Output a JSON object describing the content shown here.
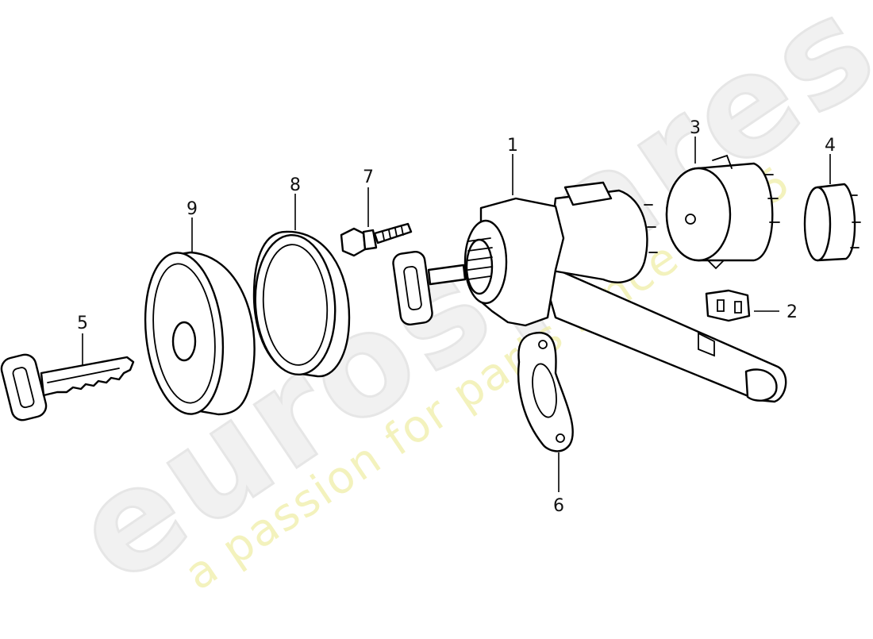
{
  "watermark": {
    "brand": "eurospares",
    "tagline": "a passion for parts since 1985",
    "brand_color": "#f1f1f1",
    "tagline_color": "#f0eea8"
  },
  "callouts": [
    {
      "id": "1",
      "label": "1"
    },
    {
      "id": "2",
      "label": "2"
    },
    {
      "id": "3",
      "label": "3"
    },
    {
      "id": "4",
      "label": "4"
    },
    {
      "id": "5",
      "label": "5"
    },
    {
      "id": "6",
      "label": "6"
    },
    {
      "id": "7",
      "label": "7"
    },
    {
      "id": "8",
      "label": "8"
    },
    {
      "id": "9",
      "label": "9"
    }
  ]
}
